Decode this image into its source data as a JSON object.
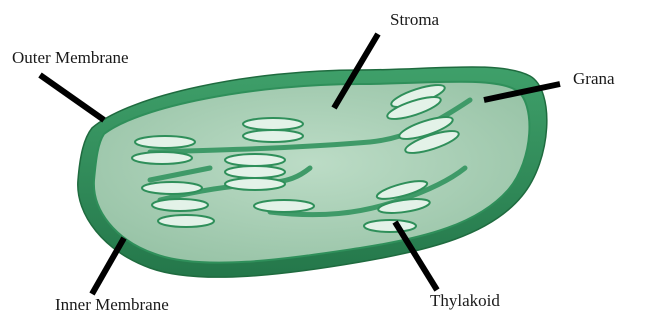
{
  "labels": {
    "stroma": "Stroma",
    "outer_membrane": "Outer Membrane",
    "grana": "Grana",
    "inner_membrane": "Inner Membrane",
    "thylakoid": "Thylakoid"
  },
  "colors": {
    "outer_membrane": "#2e8b57",
    "outer_membrane_edge": "#1f6b3f",
    "stroma_fill": "#a8cdb4",
    "inner_membrane": "#2f8f5a",
    "thylakoid_fill": "#e3f2e8",
    "thylakoid_edge": "#2f8f5a",
    "lamella": "#3f9a68",
    "leader_line": "#000000"
  }
}
